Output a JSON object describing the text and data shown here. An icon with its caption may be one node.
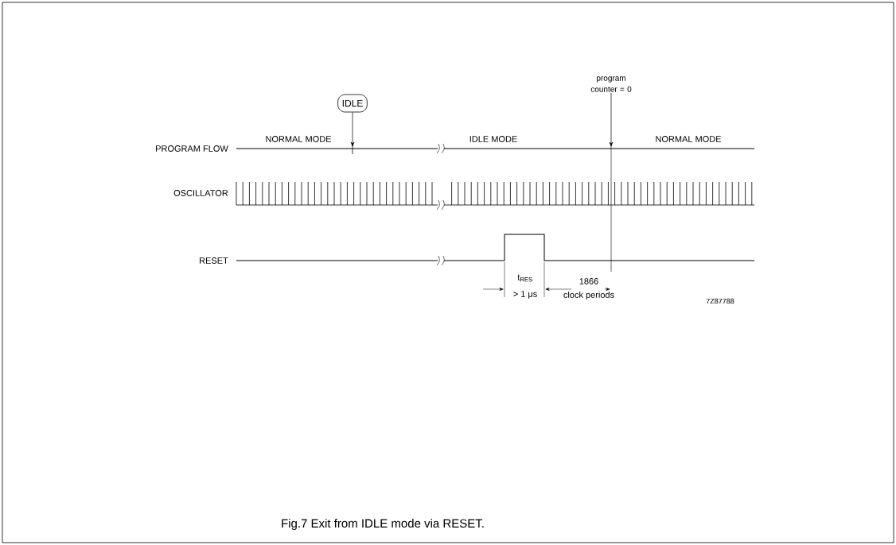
{
  "diagram": {
    "caption": "Fig.7 Exit from IDLE mode via RESET.",
    "nodes": [
      {
        "text": [
          "IDLE"
        ]
      },
      {
        "text": [
          "program counter = 0"
        ]
      }
    ],
    "edges": [
      {
        "from": 0,
        "to": null,
        "arrow": "to"
      },
      {
        "from": 1,
        "to": null,
        "arrow": "to"
      }
    ],
    "labels": [
      "PROGRAM FLOW",
      "NORMAL MODE",
      "IDLE MODE",
      "NORMAL MODE",
      "OSCILLATOR",
      "RESET",
      "t$_{RES}$",
      "> 1 μs",
      "1866",
      "clock periods",
      "7Z87788"
    ]
  }
}
